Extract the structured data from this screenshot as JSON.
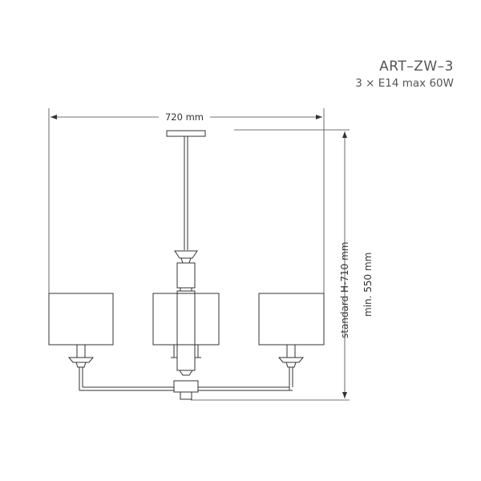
{
  "product": {
    "model": "ART–ZW–3",
    "spec": "3 × E14 max 60W"
  },
  "dimensions": {
    "width_label": "720 mm",
    "height_standard_label": "standard H-710 mm",
    "height_min_label": "min. 550 mm"
  }
}
